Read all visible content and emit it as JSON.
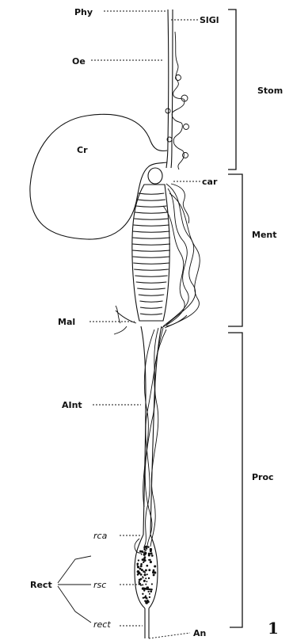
{
  "labels": {
    "phy": "Phy",
    "sigl": "SlGl",
    "oe": "Oe",
    "cr": "Cr",
    "car": "car",
    "mal": "Mal",
    "aint": "AInt",
    "rca": "rca",
    "rect_group": "Rect",
    "rsc": "rsc",
    "rect": "rect",
    "an": "An"
  },
  "regions": {
    "stom": "Stom",
    "ment": "Ment",
    "proc": "Proc"
  },
  "figure_number": "1"
}
